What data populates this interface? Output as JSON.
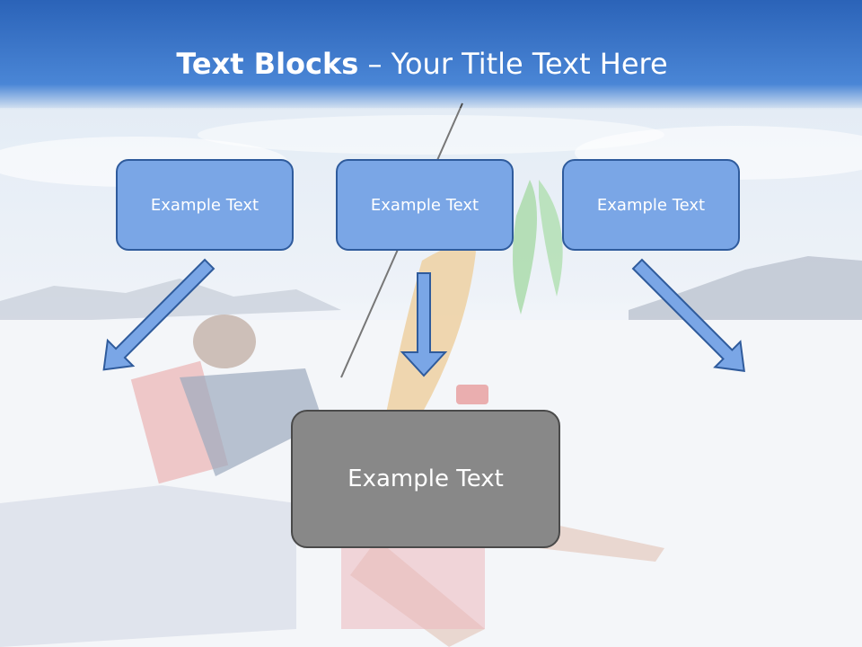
{
  "slide": {
    "title_bold": "Text Blocks",
    "title_rest": " – Your Title Text Here",
    "boxes": [
      {
        "label": "Example Text"
      },
      {
        "label": "Example Text"
      },
      {
        "label": "Example Text"
      }
    ],
    "main_box": {
      "label": "Example Text"
    }
  },
  "colors": {
    "header_blue": "#3a74c8",
    "box_fill": "#7aa6e6",
    "box_border": "#2f5b9c",
    "main_box_fill": "#888888",
    "arrow_fill": "#7aa6e6"
  }
}
